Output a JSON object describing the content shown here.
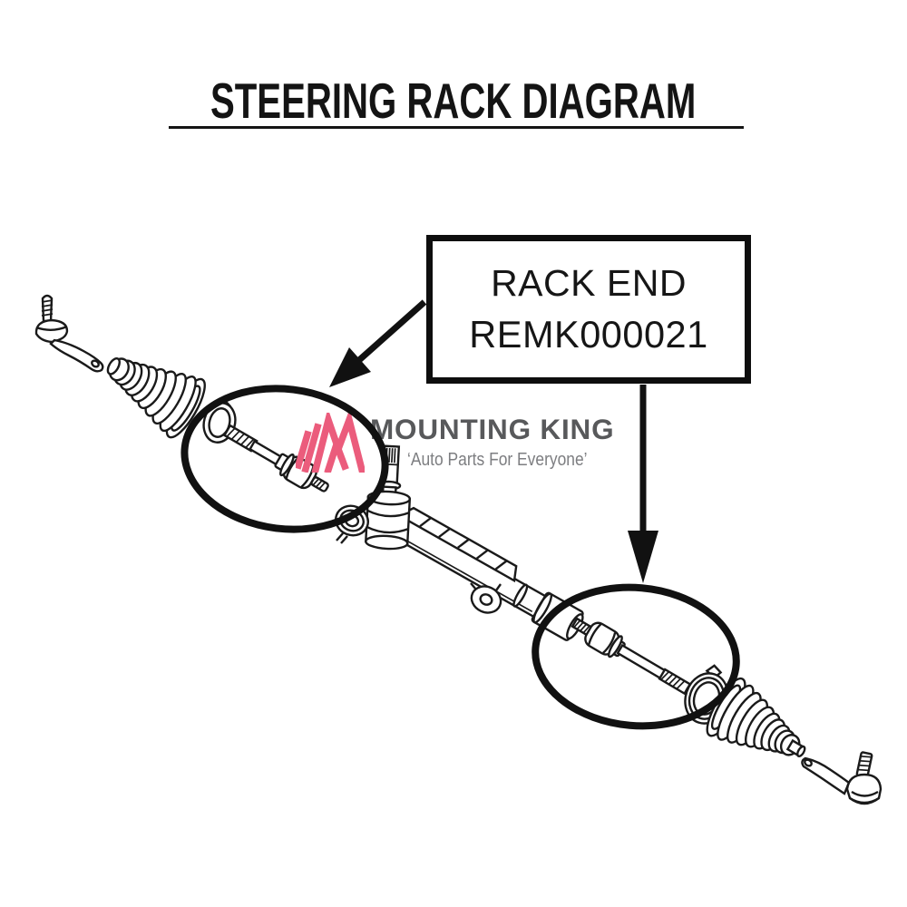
{
  "title": {
    "text": "STEERING RACK DIAGRAM"
  },
  "callout": {
    "line1": "RACK END",
    "line2": "REMK000021"
  },
  "watermark": {
    "name": "MOUNTING KING",
    "tagline": "‘Auto Parts For Everyone’",
    "logo_color": "#EB5C7C",
    "name_color": "#58595B",
    "tagline_color": "#7D7E81"
  },
  "diagram": {
    "ink_color": "#1a1a1a",
    "annotation_color": "#111111",
    "parts": [
      "outer-tie-rod-left",
      "boot-left",
      "boot-clamp-left",
      "inner-tie-rod-left",
      "rack-housing",
      "pinion-input-shaft",
      "mount-bushing-front",
      "mount-bushing-rear",
      "inner-tie-rod-right",
      "boot-clamp-right",
      "boot-right",
      "outer-tie-rod-right"
    ]
  }
}
